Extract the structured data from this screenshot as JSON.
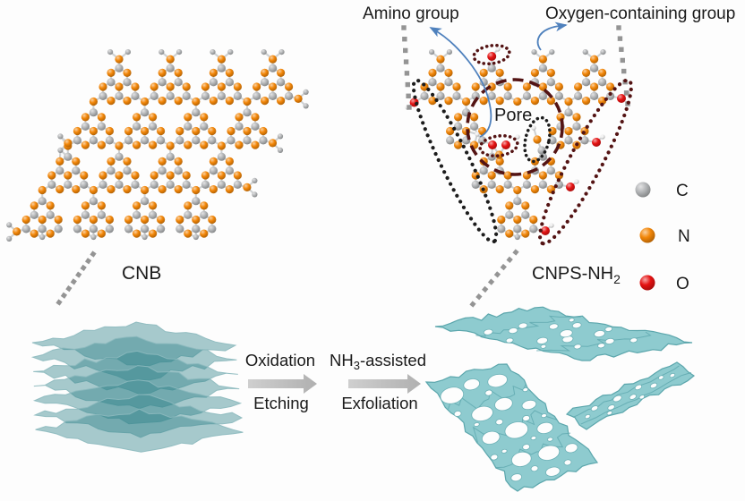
{
  "figure": {
    "annotations": {
      "amino": "Amino group",
      "oxygen": "Oxygen-containing group",
      "pore": "Pore"
    },
    "molecule_labels": {
      "cnb": "CNB",
      "cnps_main": "CNPS-NH",
      "cnps_sub": "2"
    },
    "process": {
      "step1_line1": "Oxidation",
      "step1_line2": "Etching",
      "step2_line1_main": "NH",
      "step2_line1_sub": "3",
      "step2_line1_rest": "-assisted",
      "step2_line2": "Exfoliation"
    },
    "legend": {
      "items": [
        {
          "symbol": "C",
          "name": "carbon",
          "color": "#b4b6b8"
        },
        {
          "symbol": "N",
          "name": "nitrogen",
          "color": "#f28608"
        },
        {
          "symbol": "O",
          "name": "oxygen",
          "color": "#e51212"
        }
      ]
    },
    "colors": {
      "carbon": "#b4b6b8",
      "nitrogen": "#f28608",
      "oxygen": "#e51212",
      "hydrogen": "#ededed",
      "bond": "#ced1d3",
      "maroon": "#541414",
      "black_dots": "#1c1c1c",
      "blue_arrow": "#4f81bd",
      "dash_gray": "#949494",
      "cnps_orange": "#f28608",
      "stack_teal": "#2d8089",
      "porous_teal": "#8ecbcf",
      "porous_edge": "#5ba6ac",
      "arrow_gray": "#bfbfbf"
    }
  }
}
